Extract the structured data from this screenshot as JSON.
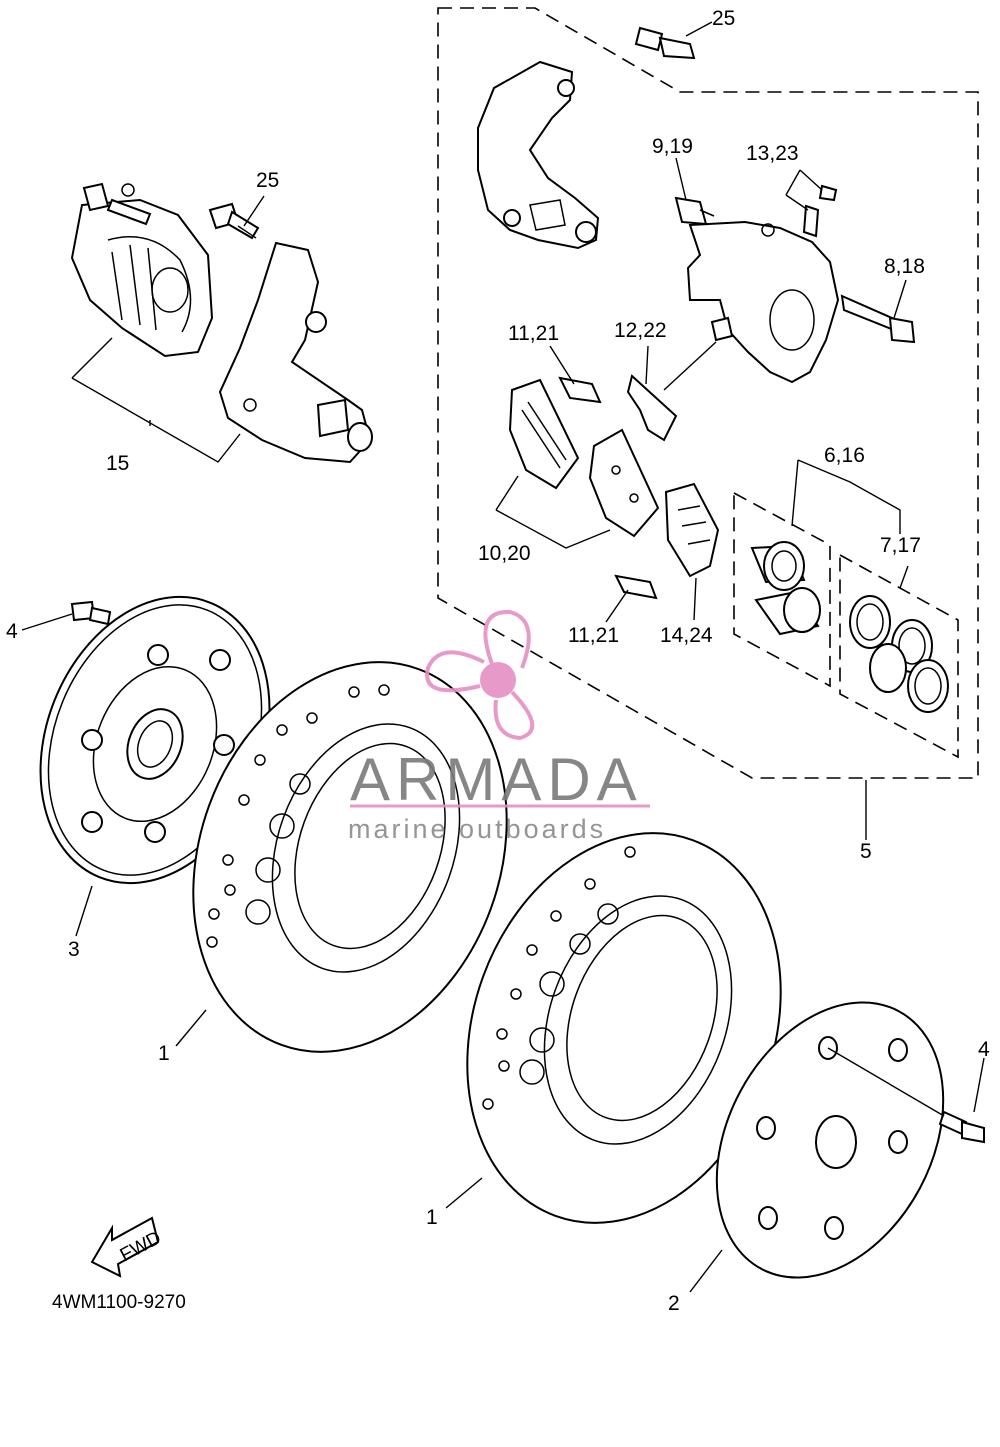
{
  "diagram": {
    "drawing_code": "4WM1100-9270",
    "fwd_arrow_text": "FWD",
    "callouts": {
      "c25_top": "25",
      "c25_left": "25",
      "c9_19": "9,19",
      "c13_23": "13,23",
      "c8_18": "8,18",
      "c11_21_top": "11,21",
      "c12_22": "12,22",
      "c10_20": "10,20",
      "c15": "15",
      "c6_16": "6,16",
      "c7_17": "7,17",
      "c11_21_bottom": "11,21",
      "c14_24": "14,24",
      "c5": "5",
      "c4_left": "4",
      "c3": "3",
      "c1_left": "1",
      "c1_right": "1",
      "c4_right": "4",
      "c2": "2"
    }
  },
  "watermark": {
    "brand": "ARMADA",
    "tagline": "marine outboards",
    "accent_color": "#e58fc4",
    "text_color": "#7a7a7a"
  },
  "colors": {
    "line": "#000000",
    "background": "#ffffff"
  }
}
